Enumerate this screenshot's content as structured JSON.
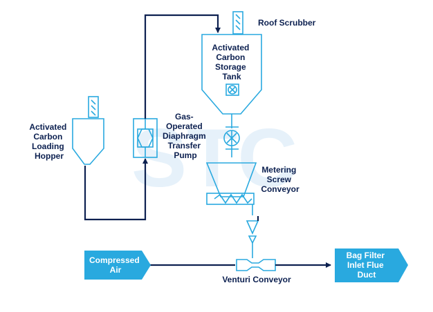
{
  "labels": {
    "roof_scrubber": [
      "Roof Scrubber"
    ],
    "storage_tank": [
      "Activated",
      "Carbon",
      "Storage",
      "Tank"
    ],
    "loading_hopper": [
      "Activated",
      "Carbon",
      "Loading",
      "Hopper"
    ],
    "pump": [
      "Gas-",
      "Operated",
      "Diaphragm",
      "Transfer",
      "Pump"
    ],
    "metering_conveyor": [
      "Metering",
      "Screw",
      "Conveyor"
    ],
    "venturi_conveyor": [
      "Venturi Conveyor"
    ],
    "compressed_air": [
      "Compressed",
      "Air"
    ],
    "bag_filter": [
      "Bag Filter",
      "Inlet Flue",
      "Duct"
    ],
    "watermark": "STC"
  },
  "colors": {
    "equipment_stroke": "#29a9df",
    "pipe": "#0c2050",
    "label_text": "#0c2050",
    "arrow_fill": "#29a9df",
    "watermark": "#dcecf8"
  }
}
